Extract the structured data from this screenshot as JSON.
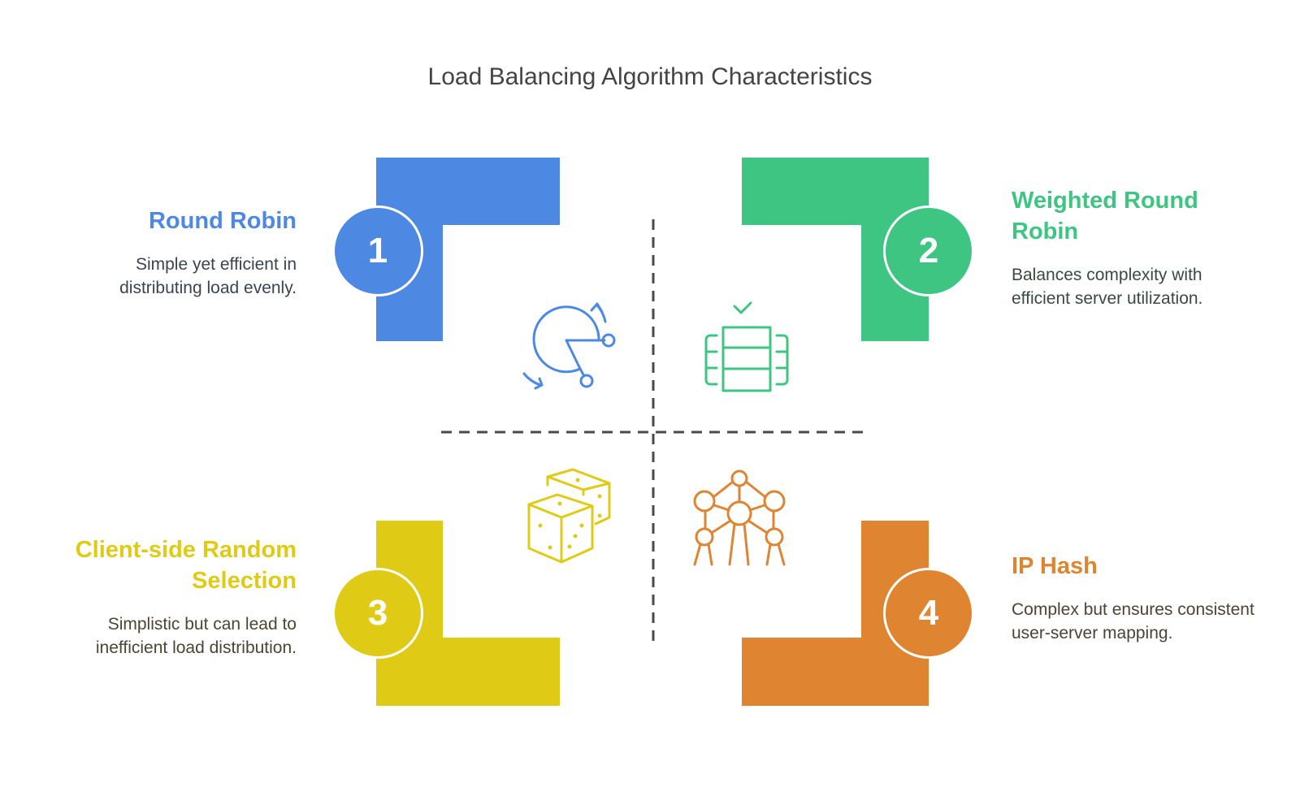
{
  "title": "Load Balancing Algorithm Characteristics",
  "colors": {
    "blue": "#4D88E3",
    "green": "#3EC582",
    "yellow": "#DFCB15",
    "orange": "#DF8430",
    "title": "#444444",
    "divider": "#4A4A4A"
  },
  "quadrants": [
    {
      "number": "1",
      "heading": "Round Robin",
      "description": "Simple yet efficient in distributing load evenly.",
      "color": "#4D88E3",
      "text_color": "#3A4350",
      "icon": "round-robin-cycle-icon"
    },
    {
      "number": "2",
      "heading": "Weighted Round Robin",
      "description": "Balances complexity with efficient server utilization.",
      "color": "#3EC582",
      "text_color": "#3A4A42",
      "icon": "server-rack-check-icon"
    },
    {
      "number": "3",
      "heading": "Client-side Random Selection",
      "description": "Simplistic but can lead to inefficient load distribution.",
      "color": "#DFCB15",
      "text_color": "#4A4632",
      "icon": "dice-icon"
    },
    {
      "number": "4",
      "heading": "IP Hash",
      "description": "Complex but ensures consistent user-server mapping.",
      "color": "#DF8430",
      "text_color": "#4D4236",
      "icon": "atomium-network-icon"
    }
  ]
}
